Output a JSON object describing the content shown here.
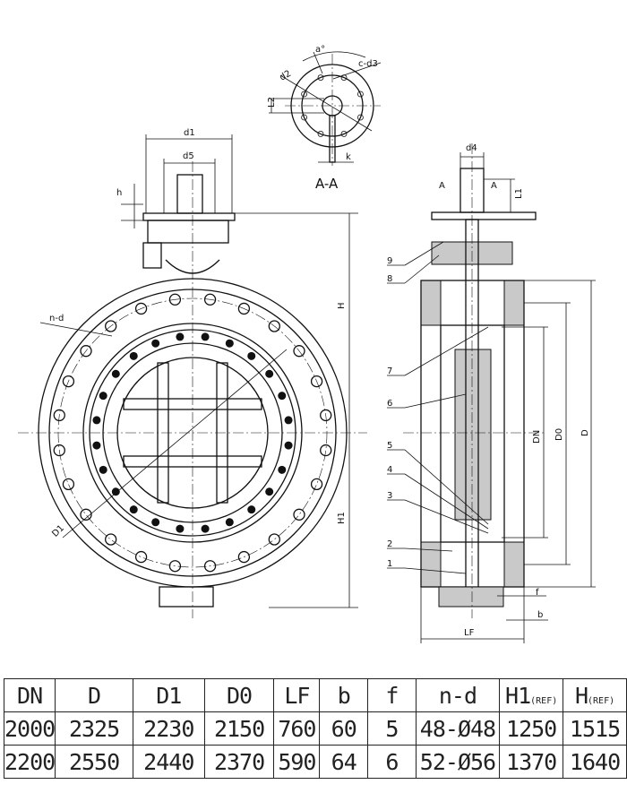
{
  "drawing": {
    "section_view": {
      "title": "A-A",
      "labels": {
        "angle": "a°",
        "holes": "c-d3",
        "pcd": "d2",
        "l2": "L2",
        "k": "k"
      }
    },
    "front_view": {
      "labels": {
        "d1": "d1",
        "d5": "d5",
        "h": "h",
        "H": "H",
        "H1": "H1",
        "nd": "n-d",
        "D1": "D1"
      }
    },
    "side_view": {
      "labels": {
        "d4": "d4",
        "a_left": "A",
        "a_right": "A",
        "L1": "L1",
        "DN": "DN",
        "D0": "D0",
        "D": "D",
        "f": "f",
        "b": "b",
        "LF": "LF"
      },
      "parts": [
        "1",
        "2",
        "3",
        "4",
        "5",
        "6",
        "7",
        "8",
        "9"
      ]
    }
  },
  "table": {
    "headers": [
      "DN",
      "D",
      "D1",
      "D0",
      "LF",
      "b",
      "f",
      "n-d",
      "H1",
      "H"
    ],
    "header_suffix": "(REF)",
    "rows": [
      [
        "2000",
        "2325",
        "2230",
        "2150",
        "760",
        "60",
        "5",
        "48-Ø48",
        "1250",
        "1515"
      ],
      [
        "2200",
        "2550",
        "2440",
        "2370",
        "590",
        "64",
        "6",
        "52-Ø56",
        "1370",
        "1640"
      ]
    ]
  }
}
